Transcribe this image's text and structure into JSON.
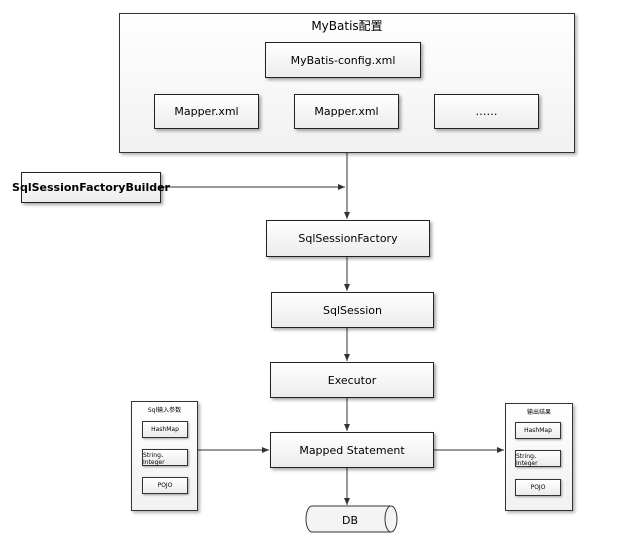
{
  "config_panel": {
    "title": "MyBatis配置",
    "main_config": "MyBatis-config.xml",
    "mappers": [
      "Mapper.xml",
      "Mapper.xml",
      "……"
    ]
  },
  "builder": "SqlSessionFactoryBuilder",
  "factory": "SqlSessionFactory",
  "session": "SqlSession",
  "executor": "Executor",
  "mapped_statement": "Mapped Statement",
  "database": "DB",
  "input_panel": {
    "title": "Sql输入参数",
    "items": [
      "HashMap",
      "String、Integer",
      "POJO"
    ]
  },
  "output_panel": {
    "title": "输出结果",
    "items": [
      "HashMap",
      "String、Integer",
      "POJO"
    ]
  }
}
